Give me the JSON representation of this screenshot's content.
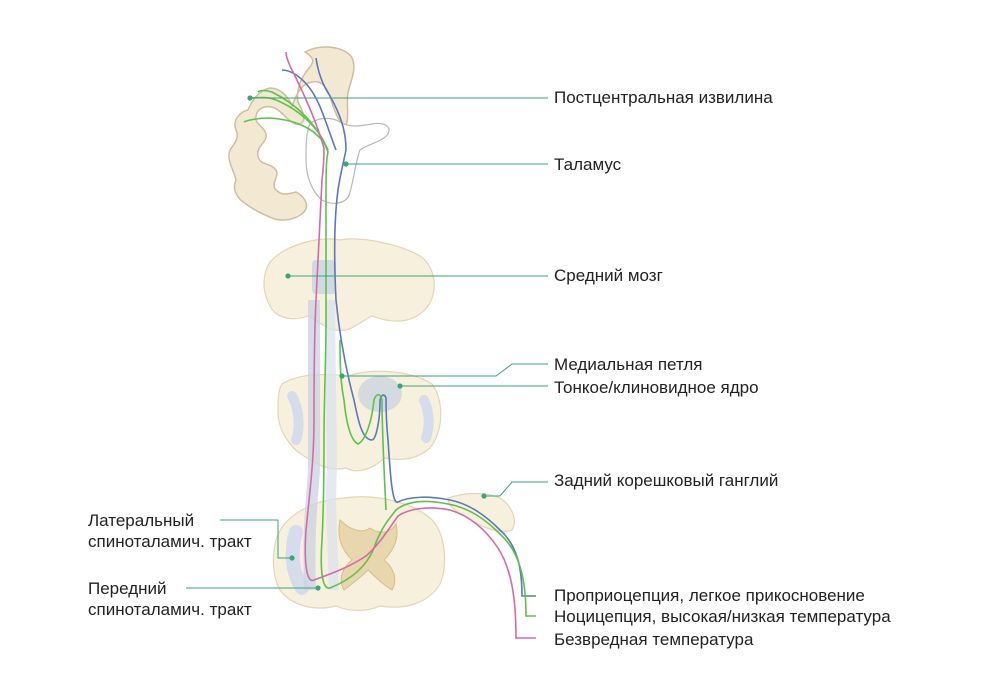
{
  "labels": {
    "postcentral": "Постцентральная извилина",
    "thalamus": "Таламус",
    "midbrain": "Средний мозг",
    "medial_lemniscus": "Медиальная петля",
    "gracile_cuneate": "Тонкое/клиновидное ядро",
    "drg": "Задний корешковый ганглий",
    "lateral_tract_line1": "Латеральный",
    "lateral_tract_line2": "спиноталамич. тракт",
    "anterior_tract_line1": "Передний",
    "anterior_tract_line2": "спиноталамич. тракт",
    "proprioception": "Проприоцепция, легкое прикосновение",
    "nociception": "Ноцицепция, высокая/низкая температура",
    "innocuous_temp": "Безвредная температура"
  },
  "colors": {
    "pathway_blue": "#5a78c0",
    "pathway_green": "#5cc24a",
    "pathway_pink": "#d66aa8",
    "leader_line": "#3aa57a",
    "tissue": "#f7f0dc",
    "tissue_outline": "#d8cba8",
    "tract": "#c9d3e3"
  }
}
